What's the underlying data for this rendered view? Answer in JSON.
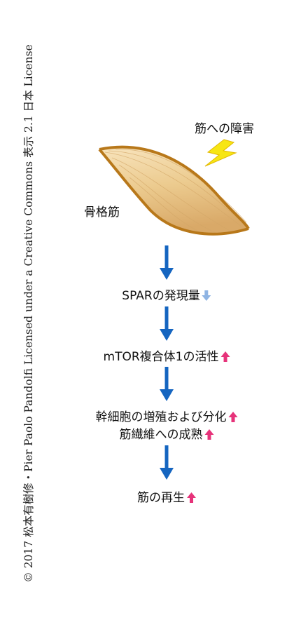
{
  "credit": "© 2017 松本有樹修・Pier Paolo Pandolfi Licensed under a Creative Commons 表示 2.1 日本 License",
  "injury_label": "筋への障害",
  "muscle_label": "骨格筋",
  "steps": [
    {
      "text": "SPARの発現量",
      "indicator": "down"
    },
    {
      "text": "mTOR複合体1の活性",
      "indicator": "up"
    },
    {
      "text": "幹細胞の増殖および分化",
      "indicator": "up"
    },
    {
      "text": "筋繊維への成熟",
      "indicator": "up"
    },
    {
      "text": "筋の再生",
      "indicator": "up"
    }
  ],
  "colors": {
    "flow_arrow": "#1565c0",
    "up_indicator": "#e6337a",
    "down_indicator": "#8fb4e3",
    "muscle_fill": "#efcf96",
    "muscle_outline": "#b8781a",
    "bolt": "#f7e614"
  }
}
